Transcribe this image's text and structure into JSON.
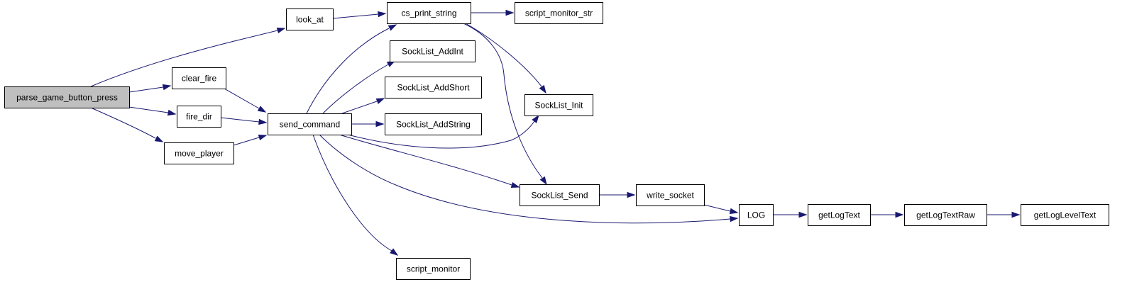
{
  "graph": {
    "edge_color": "#191970",
    "root_fill": "#bfbfbf",
    "nodes": [
      {
        "id": "parse_game_button_press",
        "label": "parse_game_button_press",
        "root": true
      },
      {
        "id": "look_at",
        "label": "look_at"
      },
      {
        "id": "clear_fire",
        "label": "clear_fire"
      },
      {
        "id": "fire_dir",
        "label": "fire_dir"
      },
      {
        "id": "move_player",
        "label": "move_player"
      },
      {
        "id": "send_command",
        "label": "send_command"
      },
      {
        "id": "cs_print_string",
        "label": "cs_print_string"
      },
      {
        "id": "script_monitor_str",
        "label": "script_monitor_str"
      },
      {
        "id": "SockList_AddInt",
        "label": "SockList_AddInt"
      },
      {
        "id": "SockList_AddShort",
        "label": "SockList_AddShort"
      },
      {
        "id": "SockList_AddString",
        "label": "SockList_AddString"
      },
      {
        "id": "SockList_Init",
        "label": "SockList_Init"
      },
      {
        "id": "SockList_Send",
        "label": "SockList_Send"
      },
      {
        "id": "write_socket",
        "label": "write_socket"
      },
      {
        "id": "LOG",
        "label": "LOG"
      },
      {
        "id": "getLogText",
        "label": "getLogText"
      },
      {
        "id": "getLogTextRaw",
        "label": "getLogTextRaw"
      },
      {
        "id": "getLogLevelText",
        "label": "getLogLevelText"
      },
      {
        "id": "script_monitor",
        "label": "script_monitor"
      }
    ],
    "edges": [
      {
        "from": "parse_game_button_press",
        "to": "look_at"
      },
      {
        "from": "parse_game_button_press",
        "to": "clear_fire"
      },
      {
        "from": "parse_game_button_press",
        "to": "fire_dir"
      },
      {
        "from": "parse_game_button_press",
        "to": "move_player"
      },
      {
        "from": "look_at",
        "to": "cs_print_string"
      },
      {
        "from": "clear_fire",
        "to": "send_command"
      },
      {
        "from": "fire_dir",
        "to": "send_command"
      },
      {
        "from": "move_player",
        "to": "send_command"
      },
      {
        "from": "send_command",
        "to": "cs_print_string"
      },
      {
        "from": "send_command",
        "to": "SockList_AddInt"
      },
      {
        "from": "send_command",
        "to": "SockList_AddShort"
      },
      {
        "from": "send_command",
        "to": "SockList_AddString"
      },
      {
        "from": "send_command",
        "to": "SockList_Init"
      },
      {
        "from": "send_command",
        "to": "SockList_Send"
      },
      {
        "from": "send_command",
        "to": "LOG"
      },
      {
        "from": "send_command",
        "to": "script_monitor"
      },
      {
        "from": "cs_print_string",
        "to": "script_monitor_str"
      },
      {
        "from": "cs_print_string",
        "to": "SockList_Init"
      },
      {
        "from": "cs_print_string",
        "to": "SockList_Send"
      },
      {
        "from": "SockList_Send",
        "to": "write_socket"
      },
      {
        "from": "write_socket",
        "to": "LOG"
      },
      {
        "from": "LOG",
        "to": "getLogText"
      },
      {
        "from": "getLogText",
        "to": "getLogTextRaw"
      },
      {
        "from": "getLogTextRaw",
        "to": "getLogLevelText"
      }
    ]
  }
}
